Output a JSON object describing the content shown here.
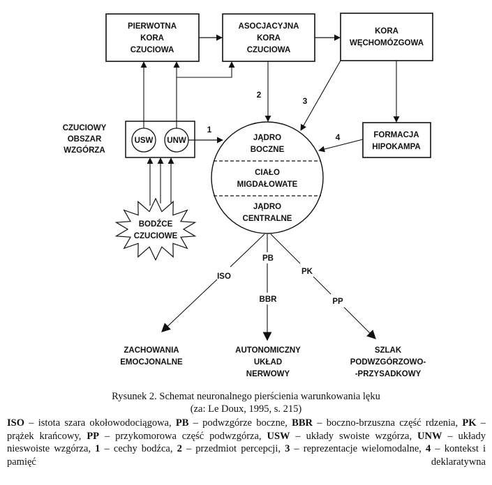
{
  "boxes": {
    "primary_cortex": [
      "PIERWOTNA",
      "KORA",
      "CZUCIOWA"
    ],
    "association_cortex": [
      "ASOCJACYJNA",
      "KORA",
      "CZUCIOWA"
    ],
    "olfactory_cortex": [
      "KORA",
      "WĘCHOMÓZGOWA"
    ],
    "hippocampus": [
      "FORMACJA",
      "HIPOKAMPA"
    ]
  },
  "thalamus": {
    "label": [
      "CZUCIOWY",
      "OBSZAR",
      "WZGÓRZA"
    ],
    "usw": "USW",
    "unw": "UNW"
  },
  "stimuli": [
    "BODŹCE",
    "CZUCIOWE"
  ],
  "amygdala": {
    "lateral": [
      "JĄDRO",
      "BOCZNE"
    ],
    "body": [
      "CIAŁO",
      "MIGDAŁOWATE"
    ],
    "central": [
      "JĄDRO",
      "CENTRALNE"
    ]
  },
  "path_numbers": {
    "n1": "1",
    "n2": "2",
    "n3": "3",
    "n4": "4"
  },
  "output_labels": {
    "iso": "ISO",
    "pb": "PB",
    "bbr": "BBR",
    "pk": "PK",
    "pp": "PP"
  },
  "outputs": {
    "emotional": [
      "ZACHOWANIA",
      "EMOCJONALNE"
    ],
    "autonomic": [
      "AUTONOMICZNY",
      "UKŁAD",
      "NERWOWY"
    ],
    "hpa": [
      "SZLAK",
      "PODWZGÓRZOWO-",
      "-PRZYSADKOWY"
    ]
  },
  "caption": {
    "line1": "Rysunek 2. Schemat neuronalnego pierścienia warunkowania lęku",
    "line2": "(za: Le Doux, 1995, s. 215)"
  },
  "legend": [
    {
      "abbr": "ISO",
      "text": " – istota szara okołowodociągowa, "
    },
    {
      "abbr": "PB",
      "text": " – podwzgórze boczne, "
    },
    {
      "abbr": "BBR",
      "text": " – boczno-brzuszna część rdzenia, "
    },
    {
      "abbr": "PK",
      "text": " – prążek krańcowy, "
    },
    {
      "abbr": "PP",
      "text": " – przykomorowa część podwzgórza, "
    },
    {
      "abbr": "USW",
      "text": " – układy swoiste wzgórza, "
    },
    {
      "abbr": "UNW",
      "text": " – układy nieswoiste wzgórza, "
    },
    {
      "abbr": "1",
      "text": " – cechy bodźca, "
    },
    {
      "abbr": "2",
      "text": " – przedmiot percepcji, "
    },
    {
      "abbr": "3",
      "text": " – reprezentacje wielomodalne, "
    },
    {
      "abbr": "4",
      "text": " – kontekst i pamięć deklaratywna"
    }
  ]
}
